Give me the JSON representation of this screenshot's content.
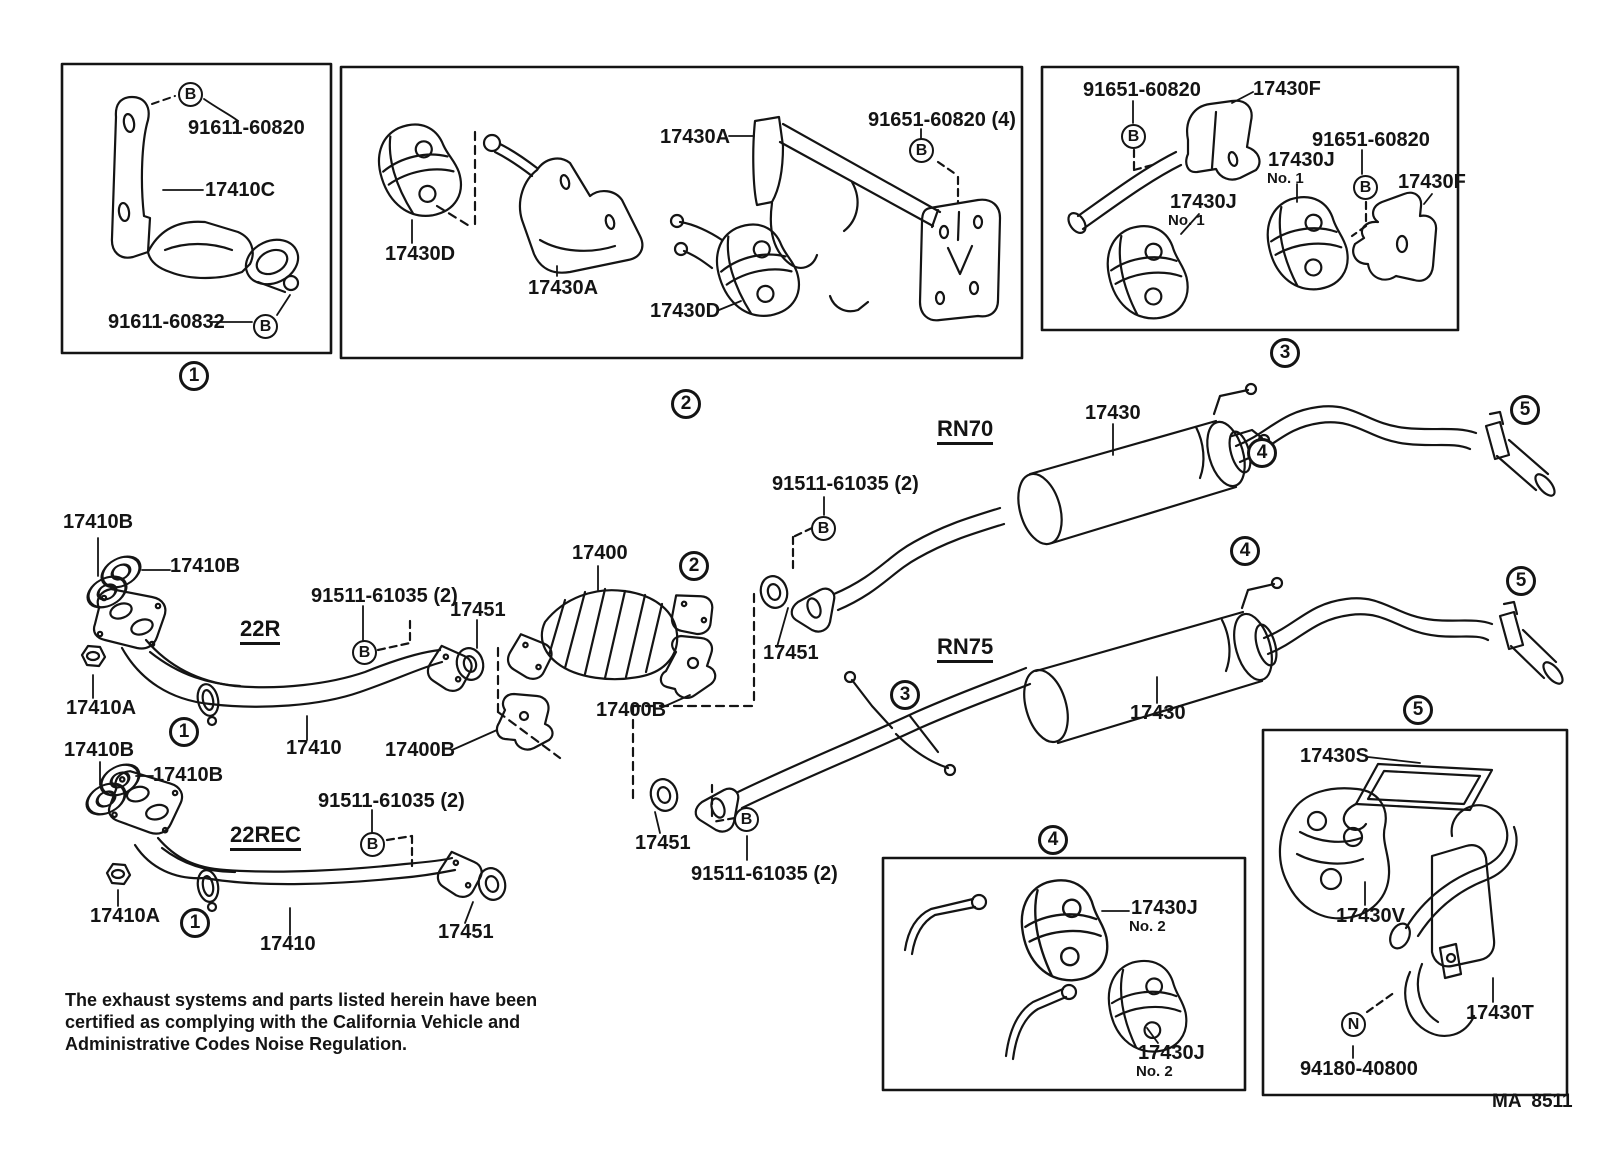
{
  "figure": {
    "note_line1": "The exhaust systems and parts listed herein have been",
    "note_line2": "certified as complying with the California Vehicle and",
    "note_line3": "Administrative Codes Noise Regulation.",
    "drawing_code": "MA  8511"
  },
  "inset1": {
    "ref": "1",
    "bolt_b_top": "B",
    "bolt_top_part": "91611-60820",
    "bracket_part": "17410C",
    "clamp_part": "91611-60832",
    "bolt_b_bottom": "B"
  },
  "inset2": {
    "ref": "2",
    "bracket_top_part": "17430A",
    "bolt_part": "91651-60820 (4)",
    "bolt_b": "B",
    "hanger_left_part": "17430D",
    "bracket_center_part": "17430A",
    "hanger_right_part": "17430D"
  },
  "inset3": {
    "ref": "3",
    "bolt_left_part": "91651-60820",
    "bracket_top_part": "17430F",
    "bolt_b_left": "B",
    "hanger_center_part": "17430J",
    "hanger_center_no": "No. 1",
    "bolt_right_part": "91651-60820",
    "bolt_b_right": "B",
    "bracket_right_part": "17430F",
    "hanger_left_part": "17430J",
    "hanger_left_no": "No. 1"
  },
  "inset4": {
    "ref": "4",
    "hanger_top_part": "17430J",
    "hanger_top_no": "No. 2",
    "hanger_bottom_part": "17430J",
    "hanger_bottom_no": "No. 2"
  },
  "inset5": {
    "ref": "5",
    "support_part": "17430S",
    "hanger_part": "17430V",
    "protector_part": "17430T",
    "nut_n": "N",
    "nut_part": "94180-40800"
  },
  "main": {
    "rn70": {
      "model": "RN70",
      "ref_muffler": "4",
      "ref_tailpipe": "5",
      "muffler_part": "17430",
      "gasket_bolt_part": "91511-61035 (2)",
      "bolt_b": "B"
    },
    "rn75": {
      "model": "RN75",
      "ref_pipe": "3",
      "ref_muffler": "4",
      "ref_tailpipe": "5",
      "muffler_part": "17430",
      "gasket_part": "17451",
      "bolt_b": "B",
      "gasket_bolt_part": "91511-61035 (2)"
    },
    "cat": {
      "part": "17400",
      "ref": "2",
      "bracket_part": "17400B",
      "gasket_part": "17451"
    },
    "r22": {
      "engine": "22R",
      "gasket_upper": "17410B",
      "gasket_lower": "17410B",
      "bolt_part": "91511-61035 (2)",
      "bolt_b": "B",
      "gasket_part": "17451",
      "nut_part": "17410A",
      "ref_pipe": "1",
      "pipe_part": "17410",
      "bracket_part": "17400B"
    },
    "r22ec": {
      "engine": "22REC",
      "gasket_upper": "17410B",
      "gasket_lower": "17410B",
      "bolt_part": "91511-61035 (2)",
      "bolt_b": "B",
      "nut_part": "17410A",
      "ref_pipe": "1",
      "pipe_part": "17410",
      "gasket_part": "17451"
    }
  }
}
